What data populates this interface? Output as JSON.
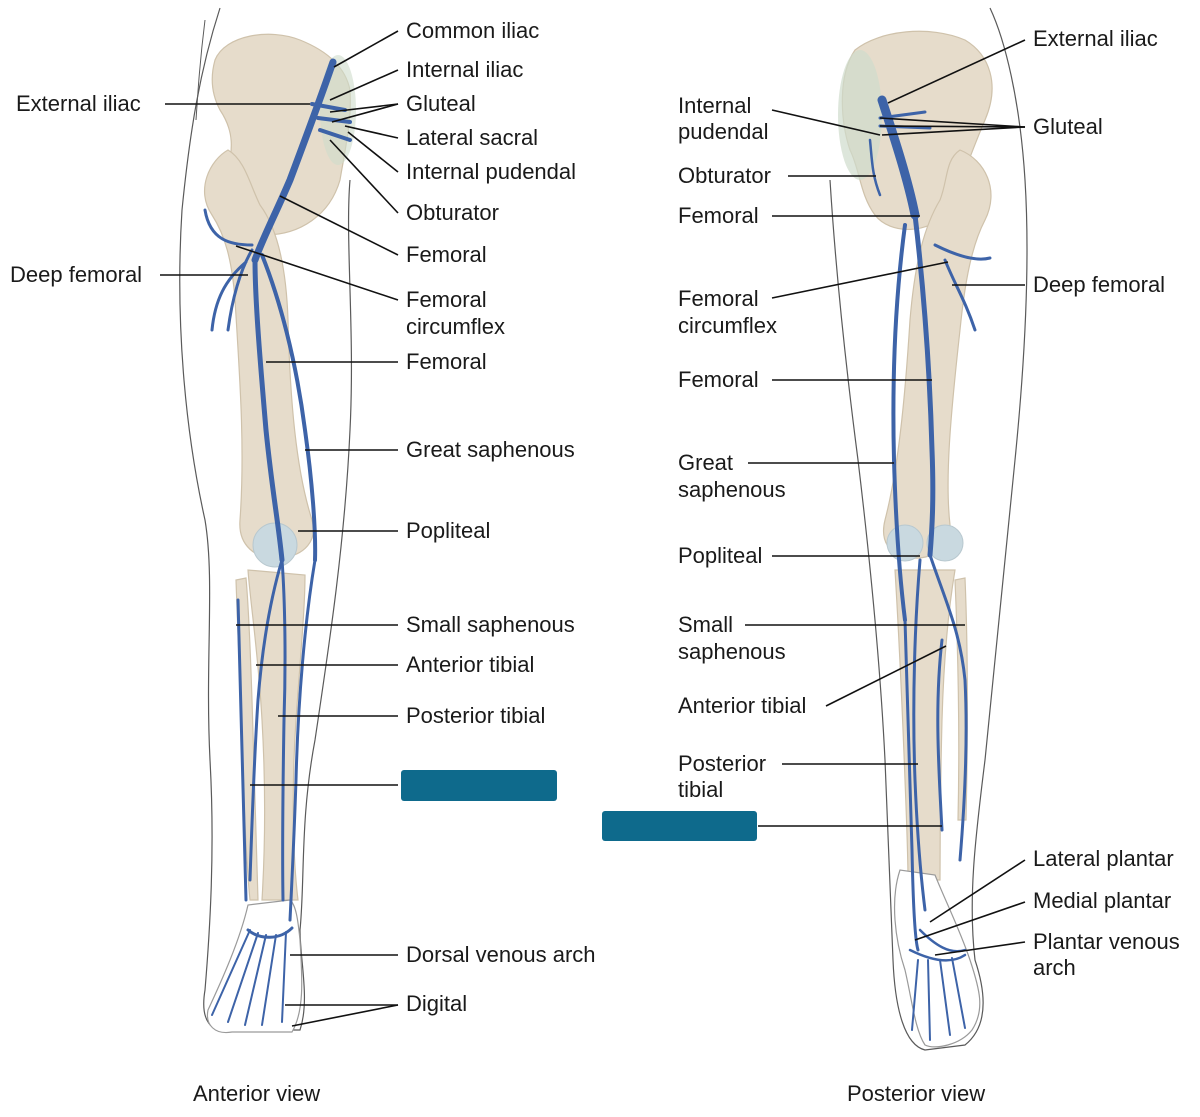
{
  "colors": {
    "vein": "#3d63a8",
    "vein_dark": "#2d4f8f",
    "bone": "#e6dccb",
    "bone_edge": "#cfc2ab",
    "skin": "#5a5a5a",
    "leader": "#111111",
    "blank_box": "#0e6a8c",
    "cartilage": "#c9d9e0",
    "pelvis_shade": "#cfdccc"
  },
  "anterior": {
    "caption": "Anterior view",
    "labels": {
      "common_iliac": "Common iliac",
      "internal_iliac": "Internal iliac",
      "external_iliac": "External iliac",
      "gluteal": "Gluteal",
      "lateral_sacral": "Lateral sacral",
      "internal_pudendal": "Internal pudendal",
      "obturator": "Obturator",
      "femoral_upper": "Femoral",
      "deep_femoral": "Deep femoral",
      "femoral_circumflex_1": "Femoral",
      "femoral_circumflex_2": "circumflex",
      "femoral_mid": "Femoral",
      "great_saphenous": "Great saphenous",
      "popliteal": "Popliteal",
      "small_saphenous": "Small saphenous",
      "anterior_tibial": "Anterior tibial",
      "posterior_tibial": "Posterior tibial",
      "dorsal_venous_arch": "Dorsal venous arch",
      "digital": "Digital"
    }
  },
  "posterior": {
    "caption": "Posterior view",
    "labels": {
      "external_iliac": "External iliac",
      "internal_pudendal_1": "Internal",
      "internal_pudendal_2": "pudendal",
      "gluteal": "Gluteal",
      "obturator": "Obturator",
      "femoral_upper": "Femoral",
      "deep_femoral": "Deep femoral",
      "femoral_circumflex_1": "Femoral",
      "femoral_circumflex_2": "circumflex",
      "femoral_mid": "Femoral",
      "great_saphenous_1": "Great",
      "great_saphenous_2": "saphenous",
      "popliteal": "Popliteal",
      "small_saphenous_1": "Small",
      "small_saphenous_2": "saphenous",
      "anterior_tibial": "Anterior tibial",
      "posterior_tibial_1": "Posterior",
      "posterior_tibial_2": "tibial",
      "lateral_plantar": "Lateral plantar",
      "medial_plantar": "Medial plantar",
      "plantar_venous_arch_1": "Plantar venous",
      "plantar_venous_arch_2": "arch"
    }
  }
}
